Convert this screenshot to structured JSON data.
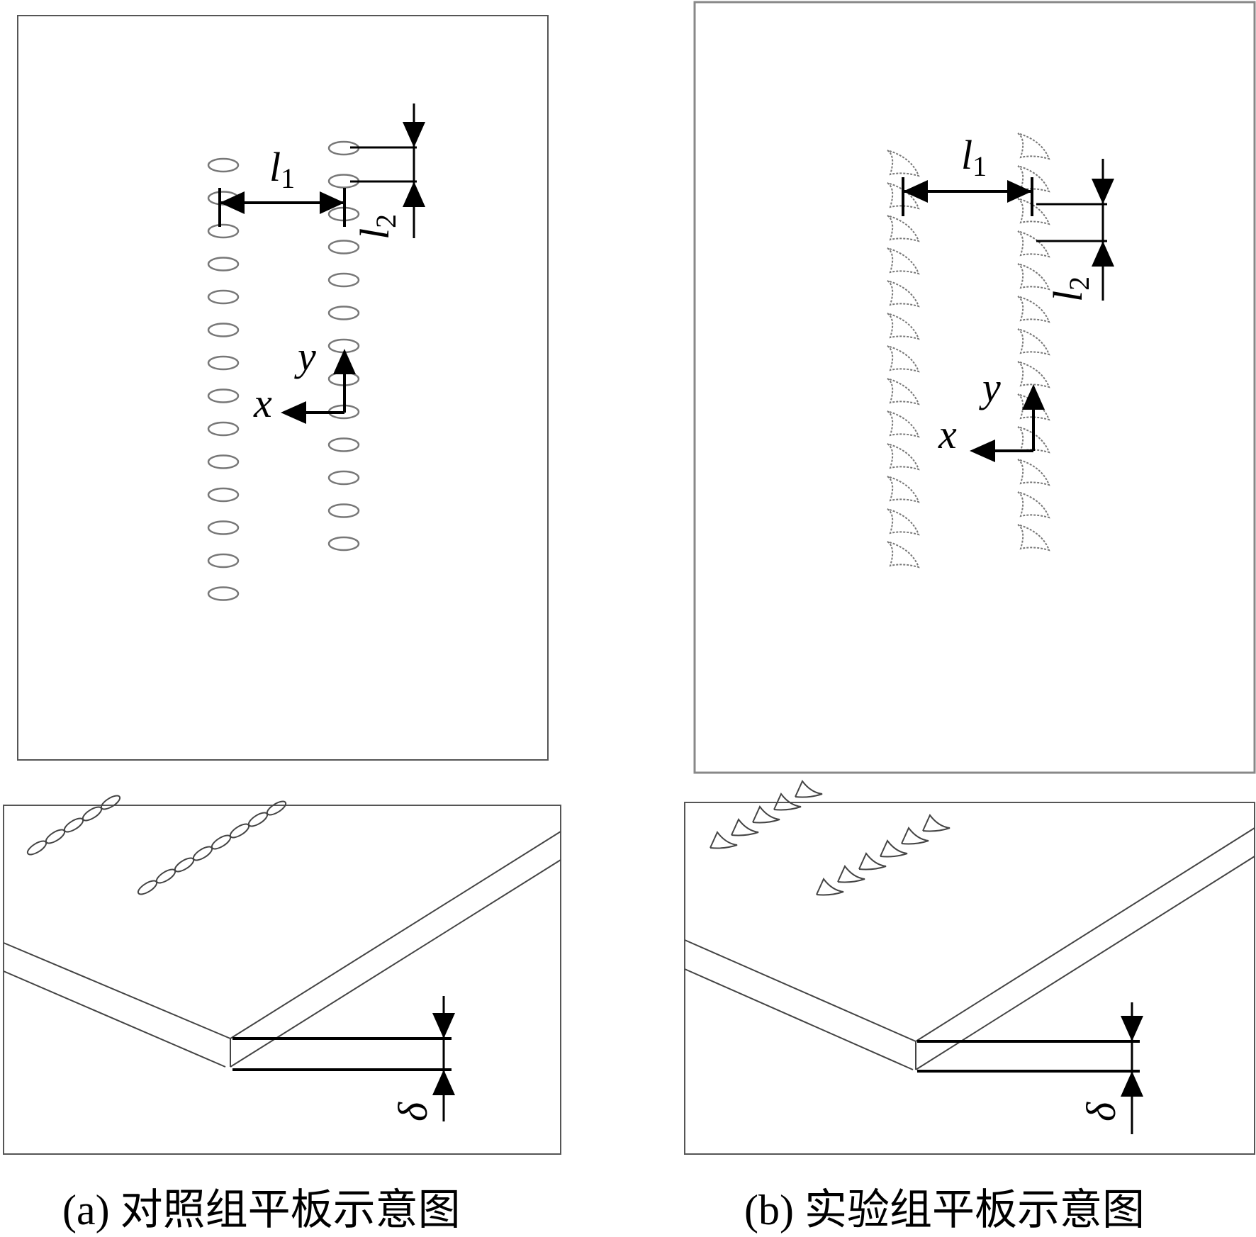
{
  "panel_a": {
    "caption": "(a) 对照组平板示意图",
    "dims": {
      "l1": "l",
      "l1_sub": "1",
      "l2": "l",
      "l2_sub": "2",
      "thickness": "δ"
    },
    "axes": {
      "x": "x",
      "y": "y"
    }
  },
  "panel_b": {
    "caption": "(b) 实验组平板示意图",
    "dims": {
      "l1": "l",
      "l1_sub": "1",
      "l2": "l",
      "l2_sub": "2",
      "thickness": "δ"
    },
    "axes": {
      "x": "x",
      "y": "y"
    }
  },
  "colors": {
    "stroke": "#000000",
    "element_stroke": "#777777",
    "frame": "#555555"
  },
  "element_shapes": {
    "panel_a": "ellipse",
    "panel_b": "triangular-vortex-generator"
  }
}
